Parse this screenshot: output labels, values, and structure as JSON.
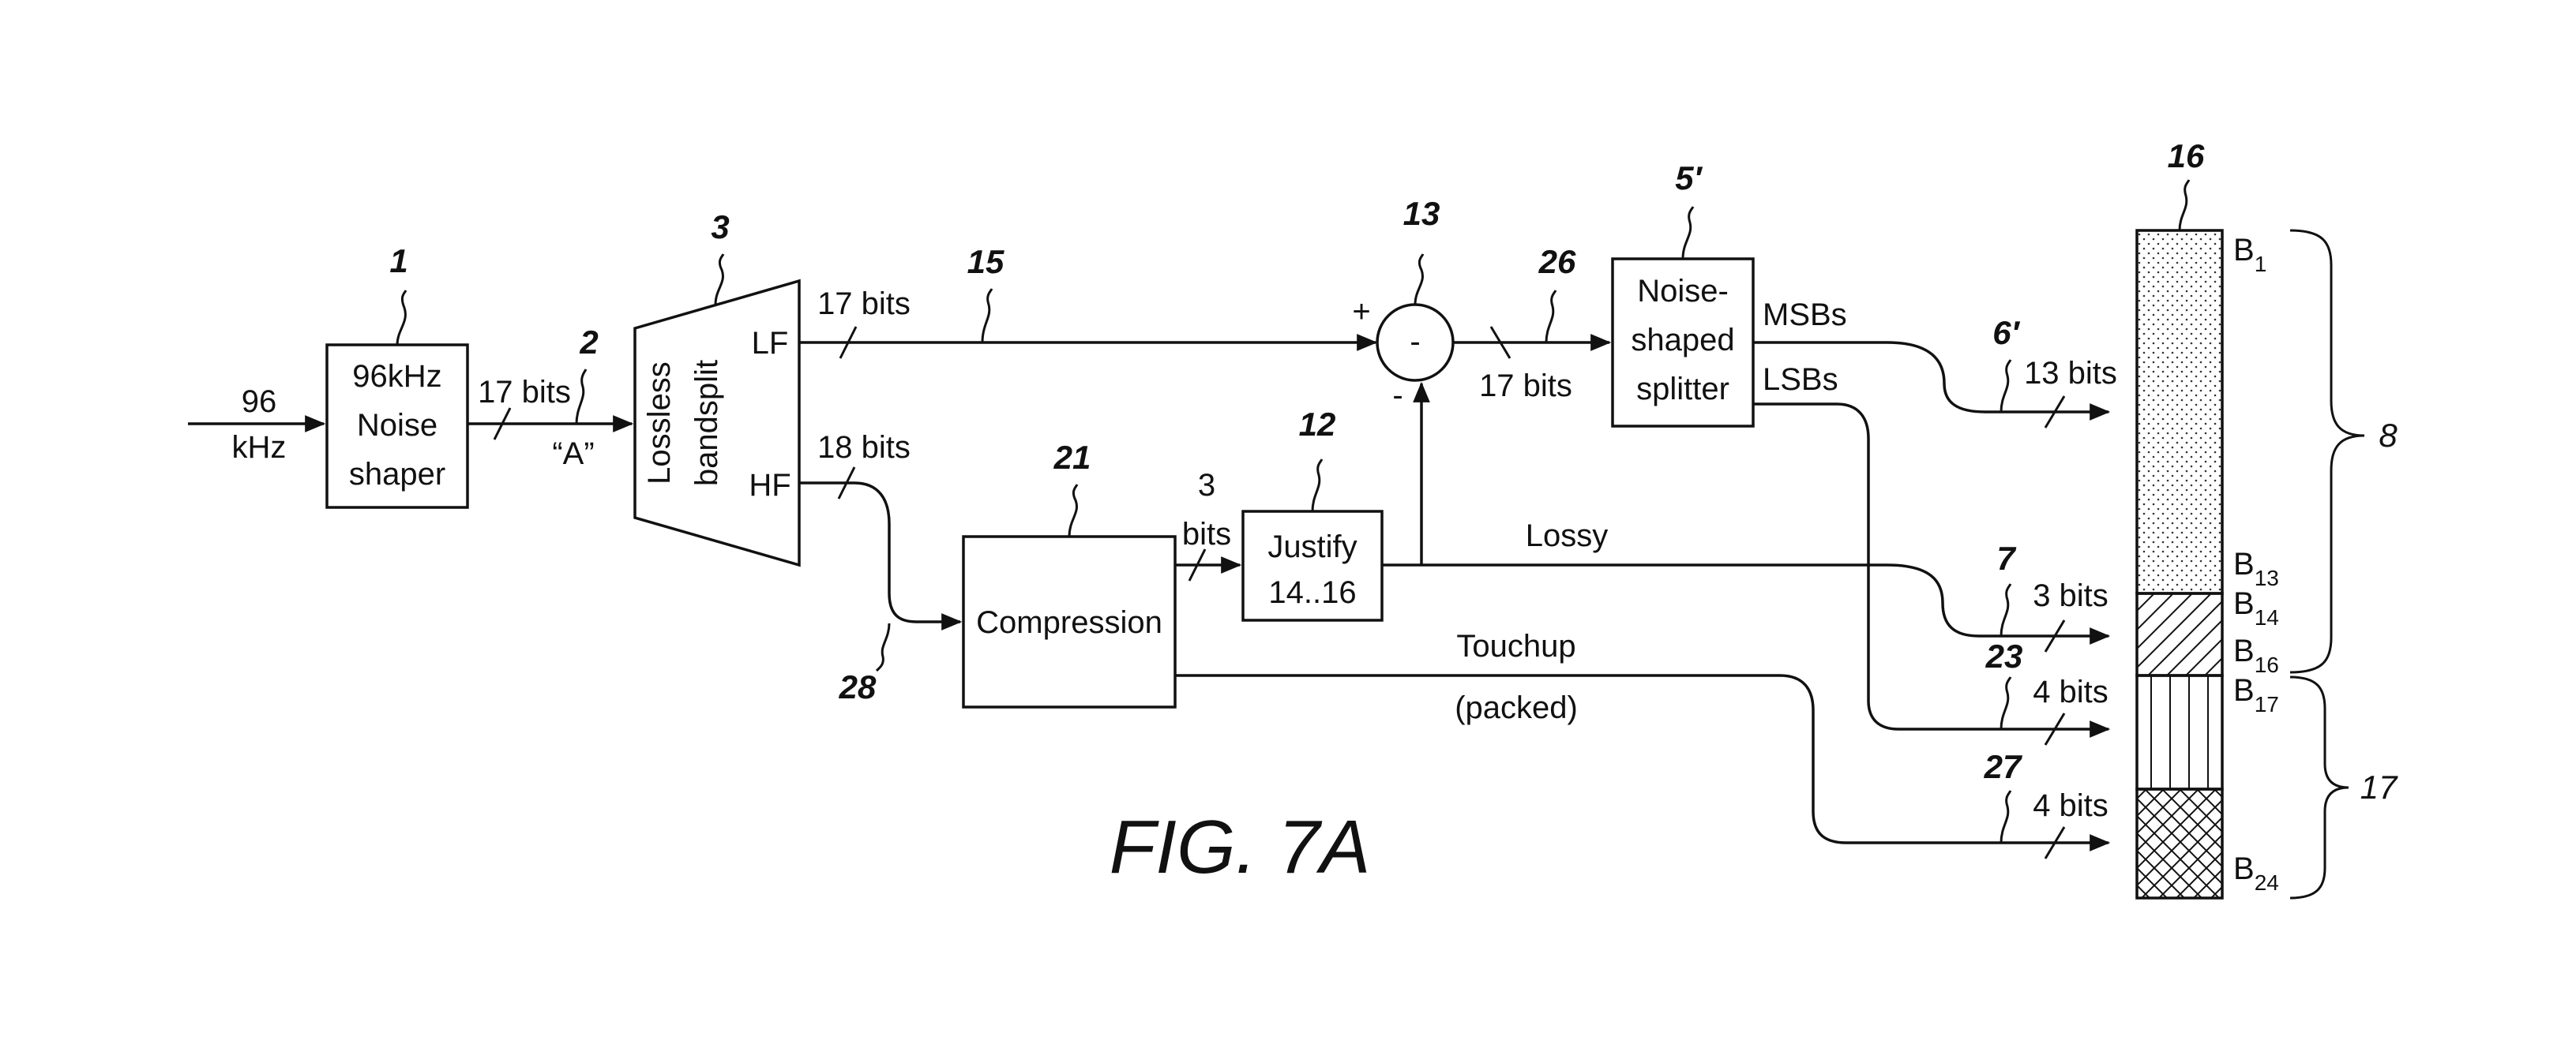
{
  "figure_title": "FIG. 7A",
  "input": {
    "line1": "96",
    "line2": "kHz"
  },
  "blocks": {
    "noise_shaper": {
      "ref": "1",
      "lines": [
        "96kHz",
        "Noise",
        "shaper"
      ]
    },
    "bandsplit": {
      "ref": "3",
      "lines": [
        "Lossless",
        "bandsplit"
      ],
      "out_lf": "LF",
      "out_hf": "HF"
    },
    "subtractor": {
      "ref": "13",
      "symbol": "-",
      "plus": "+",
      "minus": "-"
    },
    "splitter": {
      "ref": "5′",
      "lines": [
        "Noise-",
        "shaped",
        "splitter"
      ],
      "out_msb": "MSBs",
      "out_lsb": "LSBs"
    },
    "compression": {
      "ref": "21",
      "label": "Compression"
    },
    "justify": {
      "ref": "12",
      "lines": [
        "Justify",
        "14..16"
      ]
    }
  },
  "signals": {
    "a": {
      "ref": "2",
      "bits": "17 bits",
      "name": "“A”"
    },
    "lf": {
      "ref": "15",
      "bits": "17 bits"
    },
    "hf": {
      "ref": "28",
      "bits": "18 bits"
    },
    "diff": {
      "ref": "26",
      "bits": "17 bits"
    },
    "comp_out": {
      "bits_1": "3",
      "bits_2": "bits"
    },
    "lossy": {
      "label": "Lossy"
    },
    "touchup": {
      "label": "Touchup",
      "sub": "(packed)"
    },
    "msb_out": {
      "ref": "6′",
      "bits": "13 bits"
    },
    "lossy_out": {
      "ref": "7",
      "bits": "3 bits"
    },
    "lsb_out": {
      "ref": "23",
      "bits": "4 bits"
    },
    "touchup_out": {
      "ref": "27",
      "bits": "4 bits"
    }
  },
  "word": {
    "ref": "16",
    "labels": [
      {
        "base": "B",
        "sub": "1"
      },
      {
        "base": "B",
        "sub": "13"
      },
      {
        "base": "B",
        "sub": "14"
      },
      {
        "base": "B",
        "sub": "16"
      },
      {
        "base": "B",
        "sub": "17"
      },
      {
        "base": "B",
        "sub": "24"
      }
    ],
    "group_upper": "8",
    "group_lower": "17"
  }
}
